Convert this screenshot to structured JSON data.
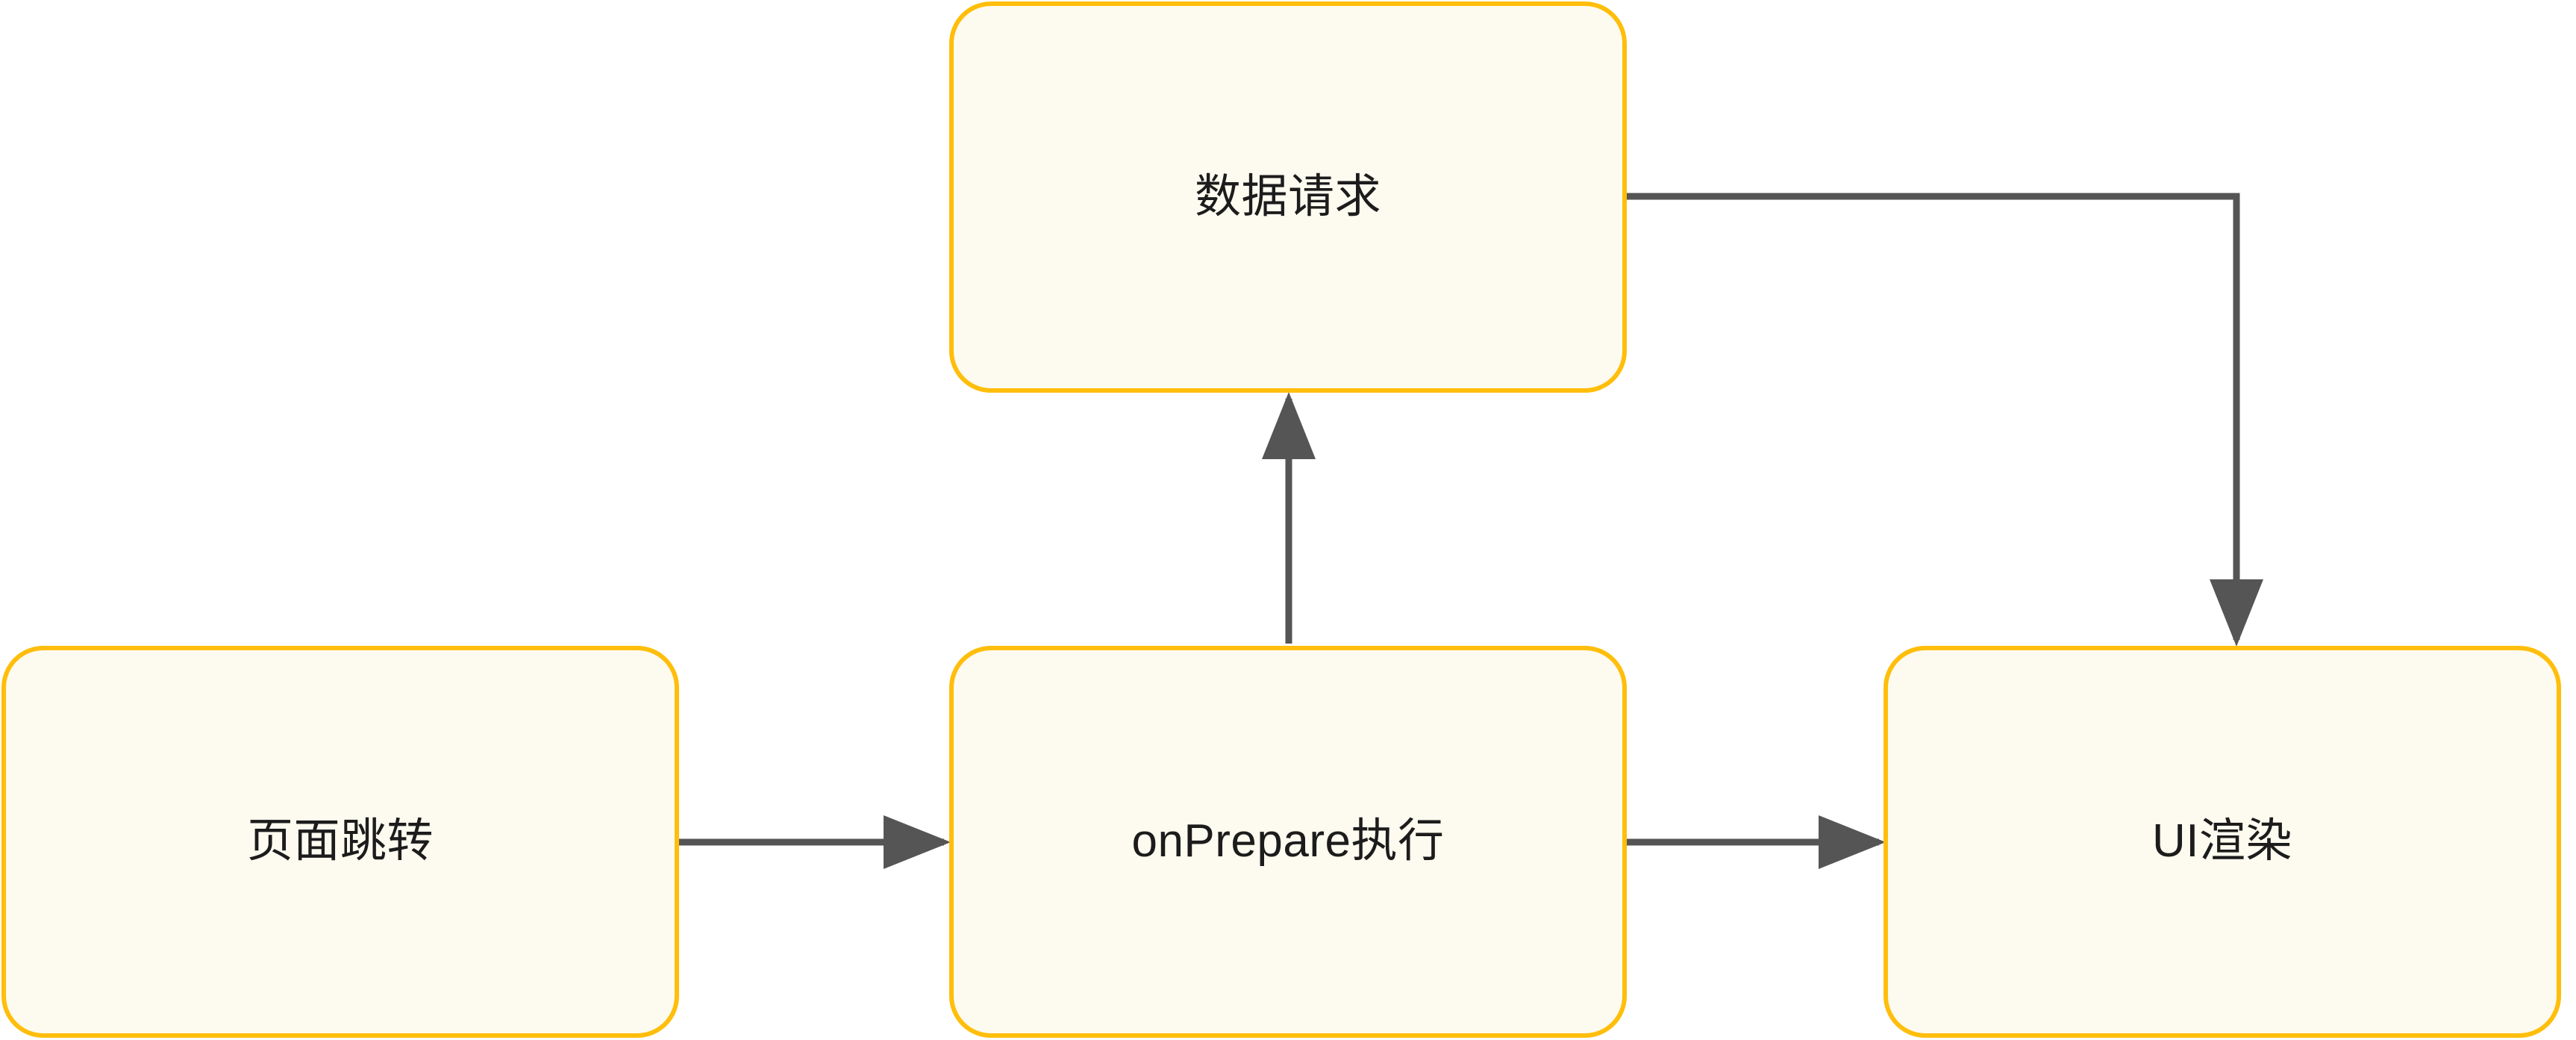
{
  "diagram": {
    "type": "flowchart",
    "title": "",
    "background_color": "#ffffff",
    "node_fill_color": "#fdfaef",
    "node_border_color": "#ffbe0b",
    "node_text_color": "#1c1c1c",
    "edge_color": "#555555",
    "nodes": [
      {
        "id": "data-request",
        "label": "数据请求"
      },
      {
        "id": "page-nav",
        "label": "页面跳转"
      },
      {
        "id": "on-prepare",
        "label": "onPrepare执行"
      },
      {
        "id": "ui-render",
        "label": "UI渲染"
      }
    ],
    "edges": [
      {
        "id": "page-nav-to-on-prepare",
        "from": "页面跳转",
        "to": "onPrepare执行",
        "label": "",
        "style": "straight-horizontal-arrow"
      },
      {
        "id": "on-prepare-to-data-request",
        "from": "onPrepare执行",
        "to": "数据请求",
        "label": "",
        "style": "straight-vertical-arrow"
      },
      {
        "id": "on-prepare-to-ui-render",
        "from": "onPrepare执行",
        "to": "UI渲染",
        "label": "",
        "style": "straight-horizontal-arrow"
      },
      {
        "id": "data-request-to-ui-render",
        "from": "数据请求",
        "to": "UI渲染",
        "label": "",
        "style": "elbow-arrow"
      }
    ]
  }
}
